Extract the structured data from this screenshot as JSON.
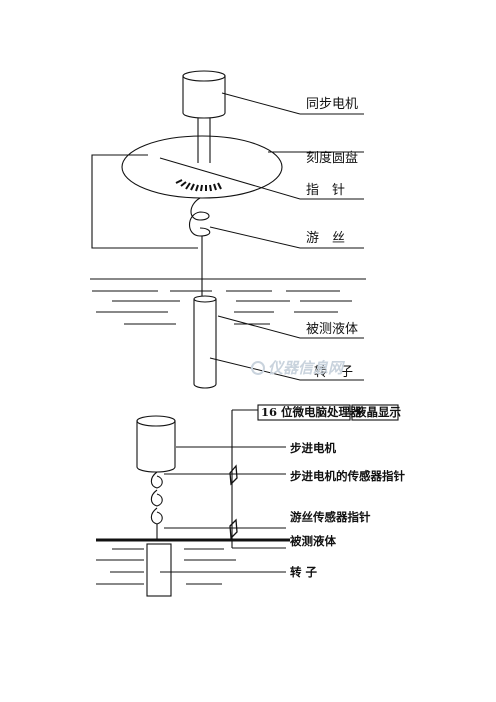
{
  "diagram_top": {
    "labels": {
      "motor": "同步电机",
      "dial": "刻度圆盘",
      "pointer": "指　针",
      "spring": "游　丝",
      "liquid": "被测液体",
      "rotor": "转　子"
    }
  },
  "diagram_bottom": {
    "labels": {
      "processor": "16 位微电脑处理器",
      "lcd": "液晶显示",
      "stepper": "步进电机",
      "stepper_sensor": "步进电机的传感器指针",
      "spring_sensor": "游丝传感器指针",
      "liquid": "被测液体",
      "rotor": "转 子"
    }
  },
  "watermark": "仪器信息网"
}
